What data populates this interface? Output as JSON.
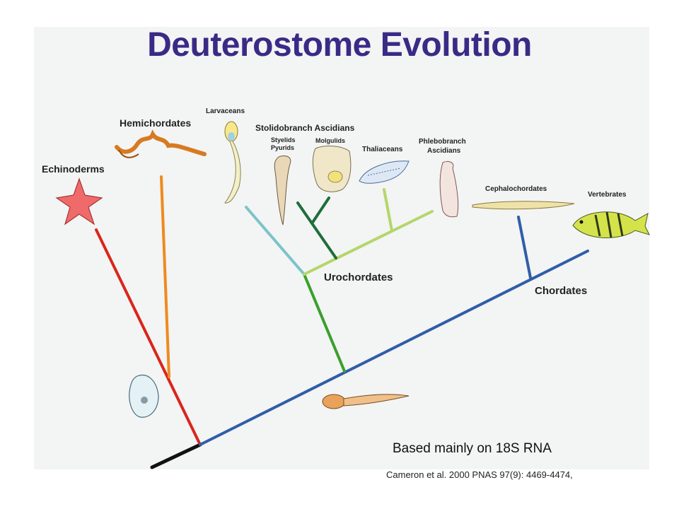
{
  "title": "Deuterostome Evolution",
  "taxa": {
    "echinoderms": "Echinoderms",
    "hemichordates": "Hemichordates",
    "larvaceans": "Larvaceans",
    "stolidobranch": "Stolidobranch Ascidians",
    "styelids": "Styelids",
    "pyurids": "Pyurids",
    "molgulids": "Molgulids",
    "thaliaceans": "Thaliaceans",
    "phlebobranch_line1": "Phlebobranch",
    "phlebobranch_line2": "Ascidians",
    "cephalochordates": "Cephalochordates",
    "vertebrates": "Vertebrates"
  },
  "groups": {
    "urochordates": "Urochordates",
    "chordates": "Chordates"
  },
  "note": "Based mainly on 18S RNA",
  "citation": "Cameron et al. 2000 PNAS  97(9):  4469-4474,",
  "colors": {
    "title": "#3a2a86",
    "root": "#111111",
    "echinoderms": "#d9261c",
    "hemichordates": "#ef8a1e",
    "chordates": "#2f5ea8",
    "urochordates": "#3aa02c",
    "larvaceans": "#7cc4c9",
    "stolidobranch": "#1f6e3a",
    "thaliacean_clade": "#b5d66a"
  }
}
